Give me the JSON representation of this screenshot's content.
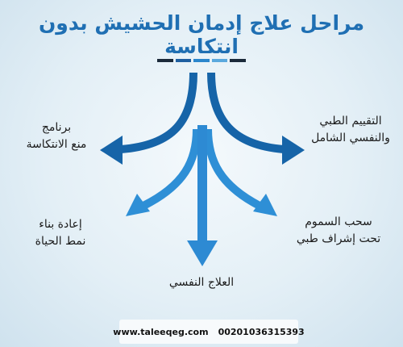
{
  "title": "مراحل علاج إدمان الحشيش بدون انتكاسة",
  "divider_colors": [
    "#1b2a3a",
    "#1f5fa0",
    "#2a86cc",
    "#5aa9de",
    "#1b2a3a"
  ],
  "nodes": [
    {
      "id": "n1",
      "lines": [
        "التقييم الطبي",
        "والنفسي الشامل"
      ]
    },
    {
      "id": "n2",
      "lines": [
        "سحب السموم",
        "تحت إشراف طبي"
      ]
    },
    {
      "id": "n3",
      "lines": [
        "العلاج النفسي"
      ]
    },
    {
      "id": "n4",
      "lines": [
        "إعادة بناء",
        "نمط الحياة"
      ]
    },
    {
      "id": "n5",
      "lines": [
        "برنامج",
        "منع الانتكاسة"
      ]
    }
  ],
  "colors": {
    "arrow_dark": "#1664a8",
    "arrow_light": "#2e8fd6",
    "arrow_center": "#2d8ad3"
  },
  "footer": {
    "website": "www.taleeqeg.com",
    "phone": "00201036315393"
  }
}
